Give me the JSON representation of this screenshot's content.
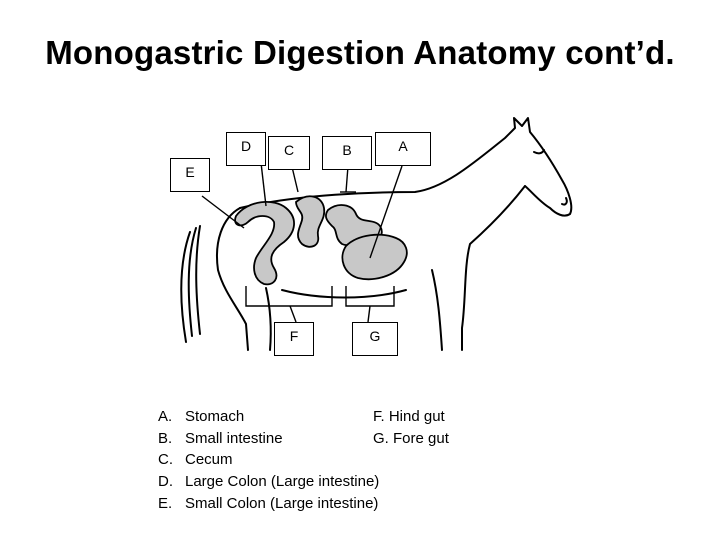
{
  "title": "Monogastric Digestion Anatomy cont’d.",
  "diagram_labels": {
    "a": "A",
    "b": "B",
    "c": "C",
    "d": "D",
    "e": "E",
    "f": "F",
    "g": "G"
  },
  "legend": {
    "items": [
      {
        "letter": "A.",
        "text": "Stomach",
        "extra": "F.  Hind gut"
      },
      {
        "letter": "B.",
        "text": "Small intestine",
        "extra": "G. Fore gut"
      },
      {
        "letter": "C.",
        "text": "Cecum",
        "extra": ""
      },
      {
        "letter": "D.",
        "text": "Large Colon (Large intestine)",
        "extra": ""
      },
      {
        "letter": "E.",
        "text": "Small Colon (Large intestine)",
        "extra": ""
      }
    ]
  },
  "colors": {
    "organ_fill": "#c8c8c8",
    "outline": "#000000"
  }
}
